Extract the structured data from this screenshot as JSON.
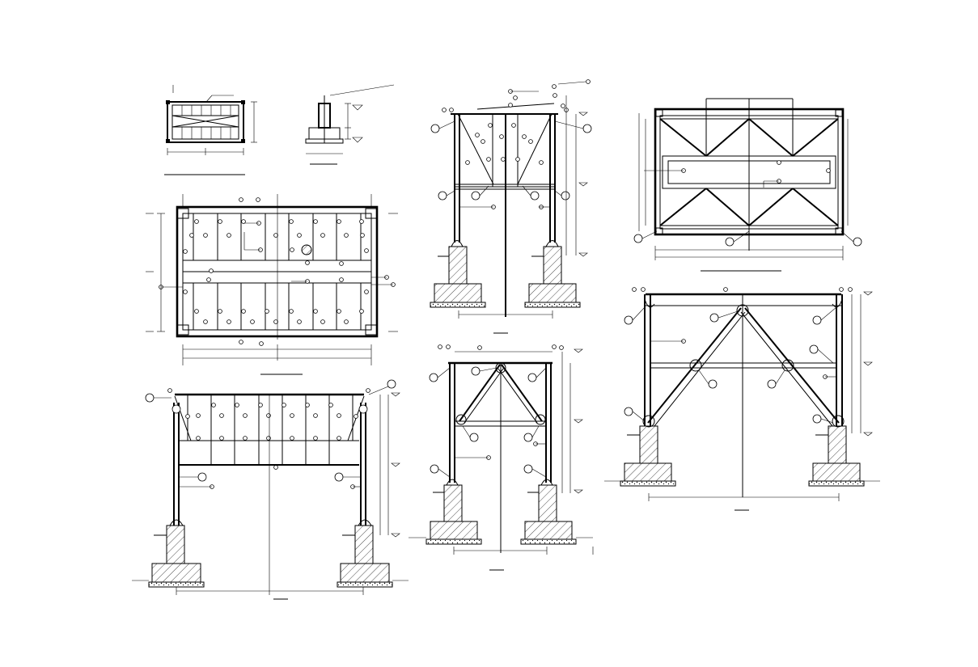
{
  "drawing": {
    "colors": {
      "ink": "#000000",
      "paper": "#ffffff"
    },
    "views": [
      {
        "id": "small-plan-view"
      },
      {
        "id": "small-section-view"
      },
      {
        "id": "roof-plan-view"
      },
      {
        "id": "front-elevation-view"
      },
      {
        "id": "side-elevation-upper-view"
      },
      {
        "id": "side-elevation-lower-view"
      },
      {
        "id": "braced-plan-view"
      },
      {
        "id": "braced-elevation-view"
      }
    ]
  }
}
